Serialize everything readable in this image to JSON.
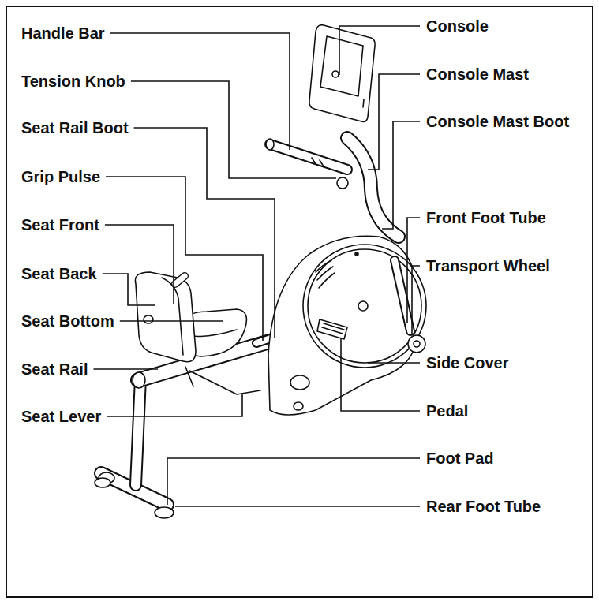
{
  "diagram": {
    "labels": [
      "Handle Bar",
      "Tension Knob",
      "Seat Rail Boot",
      "Grip Pulse",
      "Seat Front",
      "Seat Back",
      "Seat Bottom",
      "Seat Rail",
      "Seat Lever",
      "Console",
      "Console Mast",
      "Console Mast Boot",
      "Front Foot Tube",
      "Transport Wheel",
      "Side Cover",
      "Pedal",
      "Foot Pad",
      "Rear Foot Tube"
    ]
  }
}
